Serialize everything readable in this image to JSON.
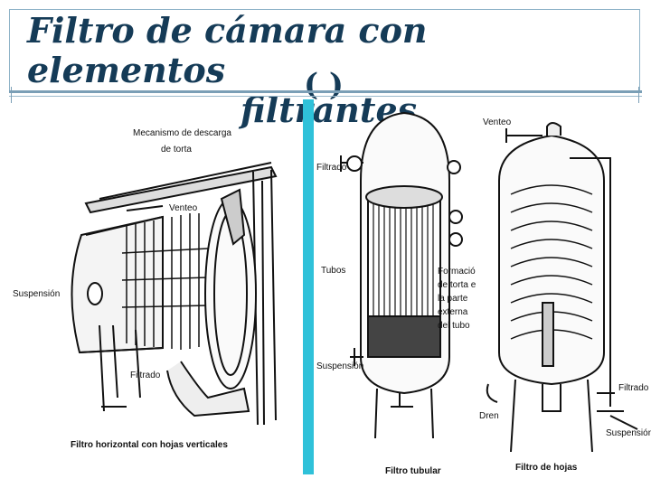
{
  "slide": {
    "title_line1": "Filtro de cámara con elementos",
    "title_line2": "filtrantes",
    "title_paren": "( )"
  },
  "figure_left": {
    "label_mecanismo_1": "Mecanismo de descarga",
    "label_mecanismo_2": "de torta",
    "label_venteo": "Venteo",
    "label_suspension": "Suspensión",
    "label_filtrado": "Filtrado",
    "caption": "Filtro horizontal con hojas verticales"
  },
  "figure_middle": {
    "label_filtrado": "Filtrado",
    "label_tubos": "Tubos",
    "label_formacion_1": "Formació",
    "label_formacion_2": "de torta e",
    "label_formacion_3": "la parte",
    "label_formacion_4": "externa",
    "label_formacion_5": "del tubo",
    "label_suspension": "Suspensión",
    "caption": "Filtro tubular"
  },
  "figure_right": {
    "label_venteo": "Venteo",
    "label_filtrado": "Filtrado",
    "label_dren": "Dren",
    "label_suspension": "Suspensión",
    "caption": "Filtro de hojas"
  },
  "colors": {
    "title": "#153b57",
    "accent": "#2fc1d9",
    "rule": "#7b9fb6"
  }
}
